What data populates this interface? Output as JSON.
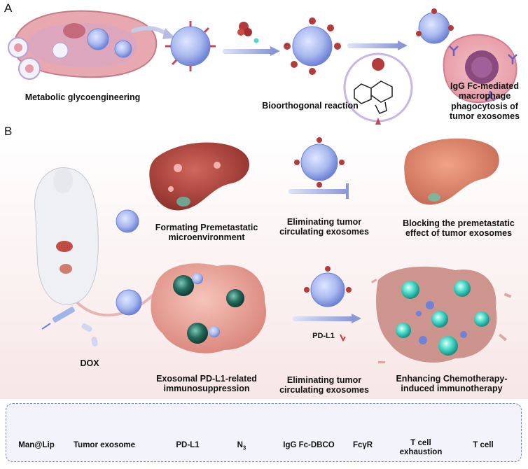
{
  "panels": {
    "a_letter": "A",
    "b_letter": "B"
  },
  "panel_a": {
    "step1_label": "Metabolic glycoengineering",
    "step2_label": "Bioorthogonal reaction",
    "step3_label": "IgG Fc-mediated\nmacrophage\nphagocytosis of\ntumor exosomes"
  },
  "panel_b": {
    "top_left_label": "Formating Premetastatic\nmicroenvironment",
    "top_mid_label": "Eliminating tumor\ncirculating exosomes",
    "top_right_label": "Blocking the premetastatic\neffect of tumor exosomes",
    "bottom_left_label": "Exosomal PD-L1-related\nimmunosuppression",
    "bottom_mid_label": "Eliminating tumor\ncirculating exosomes",
    "bottom_right_label": "Enhancing Chemotherapy-\ninduced immunotherapy",
    "drug_label": "DOX",
    "pdl1_tag": "PD-L1"
  },
  "legend": {
    "items": [
      {
        "label": "Man@Lip",
        "icon": "man-lip-icon"
      },
      {
        "label": "Tumor exosome",
        "icon": "tumor-exosome-icon"
      },
      {
        "label": "PD-L1",
        "icon": "pd-l1-icon"
      },
      {
        "label": "N",
        "sub": "3",
        "icon": "azide-icon"
      },
      {
        "label": "IgG Fc-DBCO",
        "icon": "igg-fc-dbco-icon"
      },
      {
        "label": "FcγR",
        "icon": "fc-gamma-receptor-icon"
      },
      {
        "label": "T cell\nexhaustion",
        "icon": "exhausted-t-cell-icon"
      },
      {
        "label": "T cell",
        "icon": "t-cell-icon"
      }
    ]
  },
  "colors": {
    "exosome_fill": "#a9b9ee",
    "exosome_edge": "#6e82d6",
    "liver": "#b2453e",
    "tumor_mass": "#e9a59d",
    "t_cell": "#3fd4c2",
    "exhausted_t_cell": "#236b5e",
    "legend_border": "#7a82c2"
  }
}
